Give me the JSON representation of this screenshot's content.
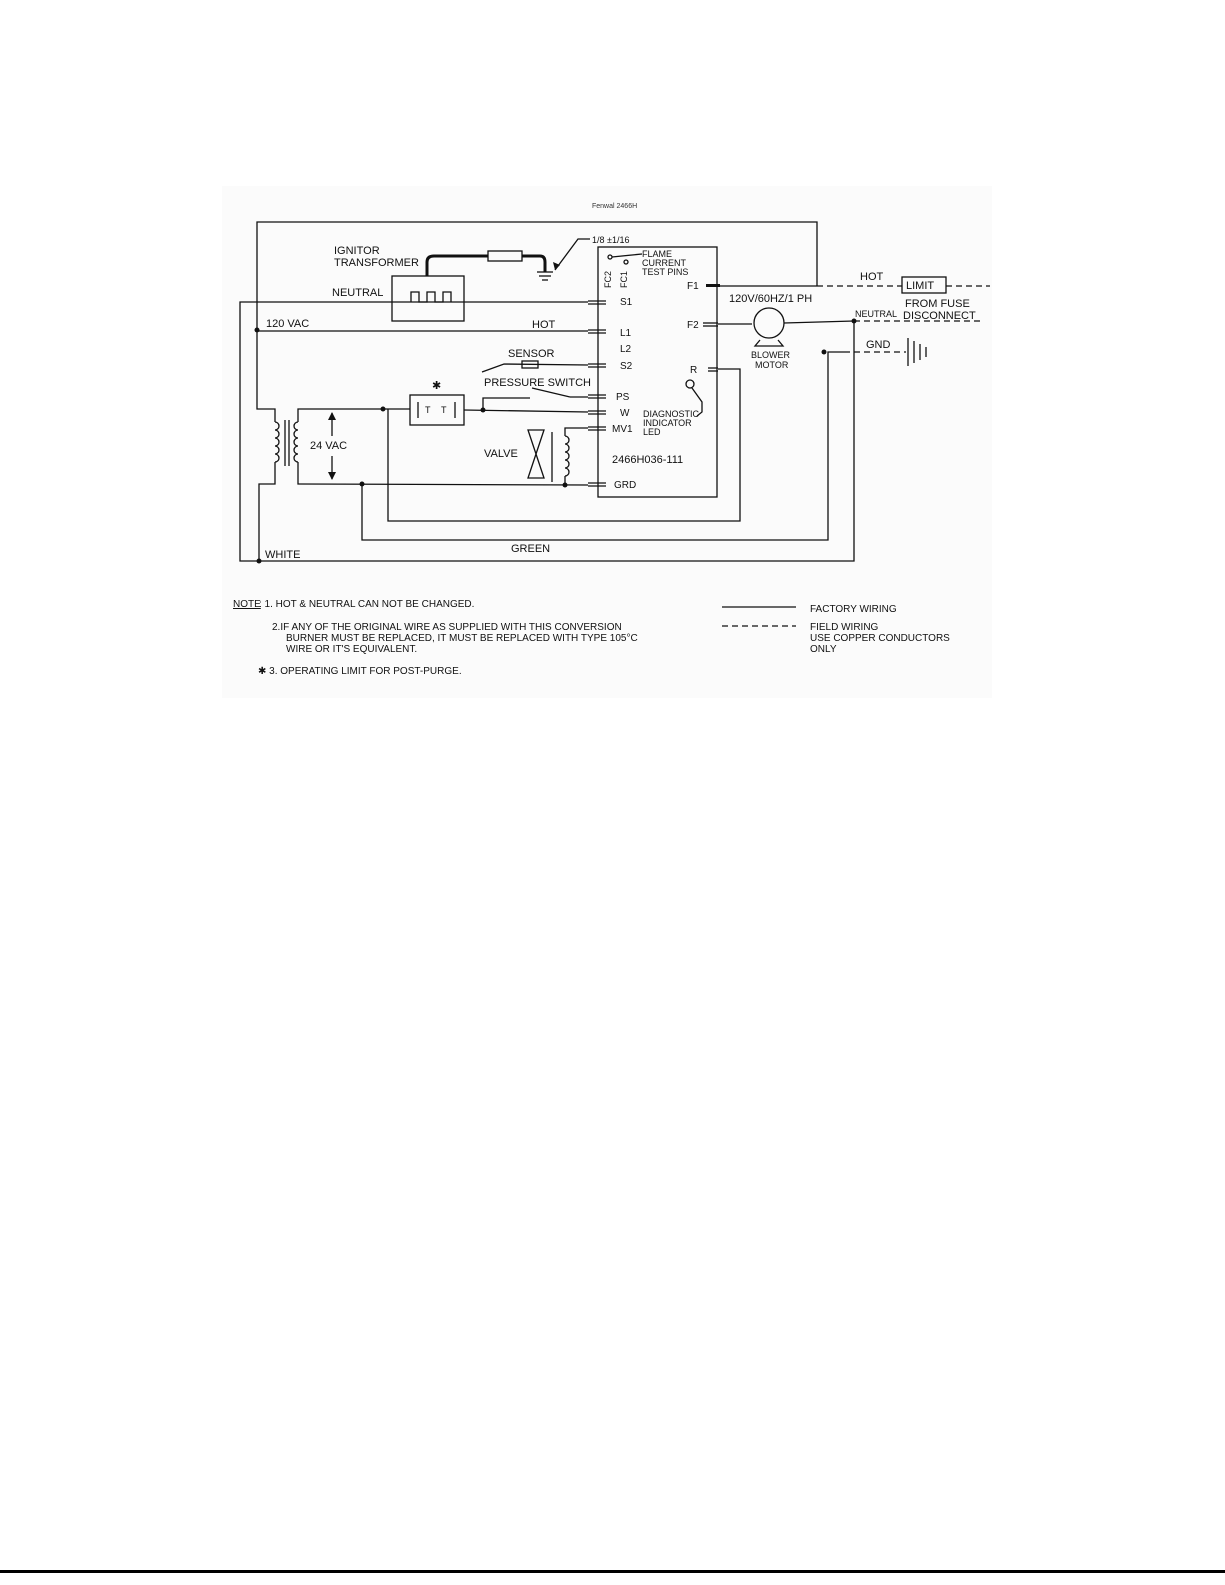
{
  "title": "Fenwal 2466H",
  "labels": {
    "ignitor_transformer_line1": "IGNITOR",
    "ignitor_transformer_line2": "TRANSFORMER",
    "neutral_left": "NEUTRAL",
    "vac_120": "120 VAC",
    "hot_mid": "HOT",
    "sensor": "SENSOR",
    "pressure_switch": "PRESSURE SWITCH",
    "asterisk": "✱",
    "t_left": "T",
    "t_right": "T",
    "vac_24": "24 VAC",
    "valve": "VALVE",
    "white": "WHITE",
    "green": "GREEN",
    "gap": "1/8 ±1/16",
    "flame_line1": "FLAME",
    "flame_line2": "CURRENT",
    "flame_line3": "TEST PINS",
    "fc2": "FC2",
    "fc1": "FC1",
    "model": "2466H036-111",
    "diag_line1": "DIAGNOSTIC",
    "diag_line2": "INDICATOR",
    "diag_line3": "LED",
    "supply": "120V/60HZ/1 PH",
    "hot_right": "HOT",
    "limit": "LIMIT",
    "from_fuse_line1": "FROM FUSE",
    "from_fuse_line2": "DISCONNECT",
    "neutral_right": "NEUTRAL",
    "gnd": "GND",
    "blower_line1": "BLOWER",
    "blower_line2": "MOTOR"
  },
  "pins_left": [
    "S1",
    "L1",
    "L2",
    "S2",
    "PS",
    "W",
    "MV1",
    "GRD"
  ],
  "pins_right": [
    "F1",
    "F2",
    "R"
  ],
  "notes": {
    "heading": "NOTE",
    "n1": ": 1. HOT & NEUTRAL CAN NOT BE CHANGED.",
    "n2_line1": "2.IF ANY OF THE ORIGINAL WIRE AS SUPPLIED WITH THIS CONVERSION",
    "n2_line2": "BURNER MUST BE REPLACED, IT MUST BE REPLACED WITH TYPE 105°C",
    "n2_line3": "WIRE OR IT'S EQUIVALENT.",
    "n3": "✱ 3. OPERATING LIMIT FOR POST-PURGE."
  },
  "legend": {
    "factory": "FACTORY WIRING",
    "field": "FIELD WIRING",
    "copper_line1": "USE COPPER CONDUCTORS",
    "copper_line2": "ONLY"
  }
}
